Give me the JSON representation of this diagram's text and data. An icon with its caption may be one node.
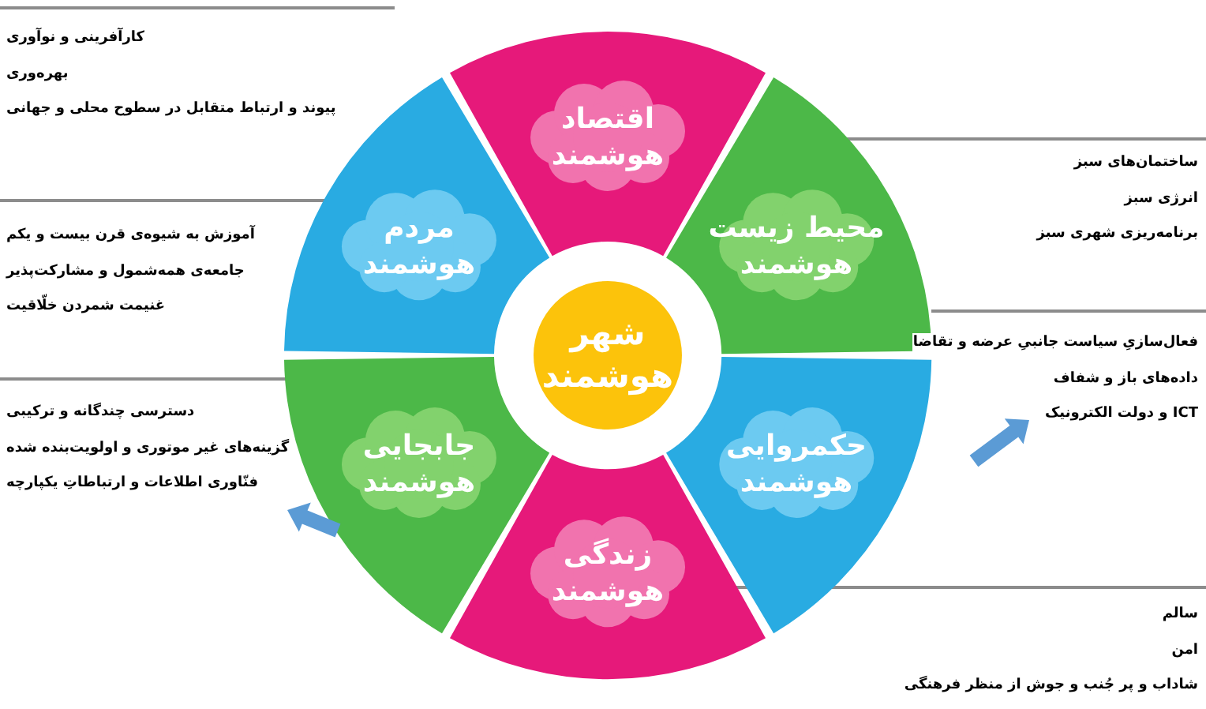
{
  "diagram": {
    "nodes": [
      {
        "text": [
          "اقتصاد هوشمند"
        ],
        "beside": [
          "کارآفرینی و نوآوری",
          "بهره‌وری"
        ]
      },
      {
        "text": [
          "محیط زیست هوشمند"
        ],
        "beside": [
          "ساختمان‌های سبز",
          "انرژی سبز",
          "برنامه‌ریزی شهری سبز"
        ]
      },
      {
        "text": [
          "حکمروایی هوشمند"
        ],
        "beside": [
          "فعال‌سازیِ سیاست جانبیِ عرضه و تقاضا",
          "داده‌های باز و شفاف",
          "ICT و دولت الکترونیک"
        ]
      },
      {
        "text": [
          "زندگی هوشمند"
        ],
        "beside": [
          "سالم",
          "امن",
          "شاداب و پر جُنب و جوش از منظر فرهنگی"
        ]
      },
      {
        "text": [
          "جابجایی هوشمند"
        ],
        "beside": [
          "دسترسی چندگانه و ترکیبی",
          "گزینه‌های غیر موتوری و اولویت‌بنده شده",
          "فنّاوری اطلاعات و ارتباطاتِ یکپارچه"
        ]
      },
      {
        "text": [
          "مردم هوشمند"
        ],
        "beside": [
          "آموزش به شیوه‌ی قرن بیست و یکم",
          "جامعه‌ی همه‌شمول و مشارکت‌پذیر",
          "غنیمت شمردن خلّاقیت"
        ]
      },
      {
        "text": [
          "شهر هوشمند"
        ]
      }
    ],
    "edges": [],
    "labels": [
      "پیوند و ارتباط متقابل در سطوح محلی و جهانی"
    ]
  }
}
